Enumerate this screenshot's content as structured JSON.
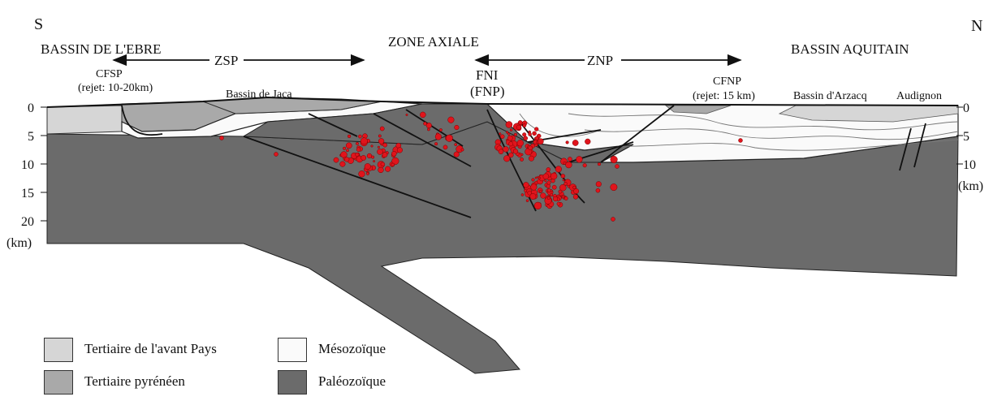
{
  "orientation": {
    "south": "S",
    "north": "N"
  },
  "basins": {
    "ebro": "BASSIN DE L'EBRE",
    "axial": "ZONE AXIALE",
    "aquitain": "BASSIN AQUITAIN"
  },
  "zones": {
    "south": "ZSP",
    "north": "ZNP"
  },
  "faults": {
    "cfsp": "CFSP",
    "cfsp_rejet": "(rejet: 10-20km)",
    "fni": "FNI",
    "fnp": "(FNP)",
    "cfnp": "CFNP",
    "cfnp_rejet": "(rejet: 15 km)"
  },
  "localities": {
    "jaca": "Bassin de Jaca",
    "arzacq": "Bassin d'Arzacq",
    "audignon": "Audignon"
  },
  "depth_axis": {
    "left_ticks": [
      "0",
      "5",
      "10",
      "15",
      "20"
    ],
    "right_ticks": [
      "0",
      "5",
      "10"
    ],
    "unit": "(km)"
  },
  "scale_bar": "20 km",
  "colors": {
    "tertiaire_avant_pays": "#d6d6d6",
    "tertiaire_pyreneen": "#a9a9a9",
    "mesozoique": "#fafafa",
    "paleozoique": "#6b6b6b",
    "seismicity": "#e0141c"
  },
  "legend": [
    {
      "label": "Tertiaire de l'avant Pays",
      "color": "#d6d6d6"
    },
    {
      "label": "Tertiaire pyrénéen",
      "color": "#a9a9a9"
    },
    {
      "label": "Mésozoïque",
      "color": "#fafafa"
    },
    {
      "label": "Paléozoïque",
      "color": "#6b6b6b"
    }
  ]
}
